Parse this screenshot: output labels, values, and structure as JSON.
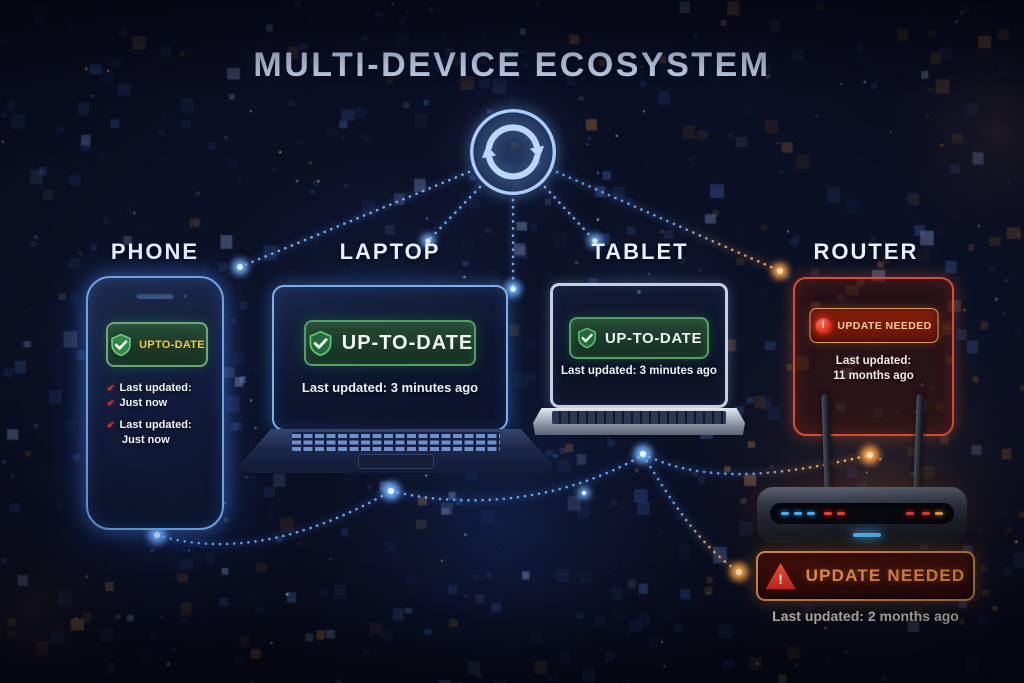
{
  "title": "MULTI-DEVICE ECOSYSTEM",
  "hub": {
    "icon": "sync-refresh"
  },
  "icons": {
    "check": "✔",
    "exclamation": "!"
  },
  "devices": {
    "phone": {
      "label": "PHONE",
      "status": "UPTO-DATE",
      "updates": [
        {
          "label": "Last updated:",
          "value": "Just now"
        },
        {
          "label": "Last updated:",
          "value": "Just now"
        }
      ]
    },
    "laptop": {
      "label": "LAPTOP",
      "status": "UP-TO-DATE",
      "last_updated": "Last updated: 3 minutes ago"
    },
    "tablet": {
      "label": "TABLET",
      "status": "UP-TO-DATE",
      "last_updated": "Last updated: 3 minutes ago"
    },
    "router": {
      "label": "ROUTER",
      "status": "UPDATE NEEDED",
      "last_updated_line1": "Last updated:",
      "last_updated_line2": "11 months ago"
    }
  },
  "alert_banner": {
    "status": "UPDATE NEEDED",
    "last_updated": "Last updated: 2 months ago"
  },
  "colors": {
    "ok_green": "#45b367",
    "warning_red": "#e23a28",
    "link_blue": "#5d9dff",
    "link_orange": "#ffa143",
    "badge_text_gold": "#f2c63e",
    "alert_text_orange": "#ff9f4b"
  }
}
